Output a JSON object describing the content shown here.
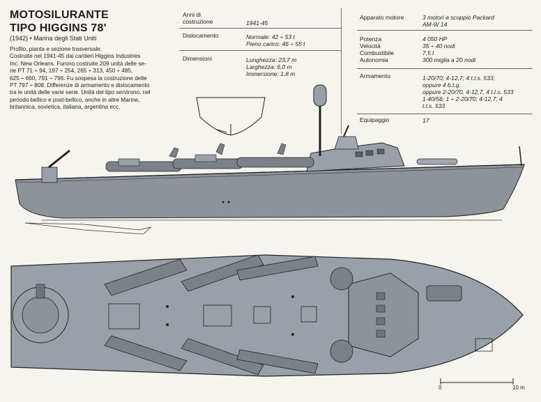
{
  "header": {
    "title_line1": "MOTOSILURANTE",
    "title_line2": "TIPO HIGGINS 78'",
    "subtitle": "(1942) • Marina degli Stati Uniti"
  },
  "description": {
    "lines": [
      "Profilo, pianta e sezione trasversale.",
      "Costruite nel 1941-45 dai cantieri Higgins Industries",
      "Inc. New Orleans. Furono costruite 209 unità delle se-",
      "rie PT 71 ÷ 94, 197 ÷ 254, 265 ÷ 313, 450 ÷ 485,",
      "625 ÷ 660, 791 ÷ 796. Fu sospesa la costruzione delle",
      "PT 797 ÷ 808. Differenze di armamento e dislocamento",
      "tra le unità delle varie serie. Unità del tipo servirono, nel",
      "periodo bellico e post-bellico, anche in altre Marine,",
      "britannica, sovietica, italiana, argentina ecc."
    ]
  },
  "specs_left": [
    {
      "label_lines": [
        "Anni di",
        "costruzione"
      ],
      "value_lines": [
        "1941-45"
      ]
    },
    {
      "label_lines": [
        "Dislocamento"
      ],
      "value_lines": [
        "Normale: 42 ÷ 53 t",
        "Pieno carico: 46 ÷ 55 t"
      ]
    },
    {
      "label_lines": [
        "Dimensioni"
      ],
      "value_lines": [
        "Lunghezza: 23,7 m",
        "Larghezza: 6,0 m",
        "Immersione: 1,8 m"
      ]
    }
  ],
  "specs_right": [
    {
      "label_lines": [
        "Apparato motore"
      ],
      "value_lines": [
        "3 motori a scoppio Packard",
        "AM-W 14"
      ]
    },
    {
      "label_lines": [
        "Potenza",
        "Velocità",
        "Combustibile",
        "Autonomia"
      ],
      "value_lines": [
        "4 050 HP",
        "35 ÷ 40 nodi",
        "7,5 t",
        "300 miglia a 20 nodi"
      ]
    },
    {
      "label_lines": [
        "Armamento"
      ],
      "value_lines": [
        "1-20/70; 4-12,7; 4 t.l.s. 533;",
        "oppure  4 b.t.g.",
        "oppure  2-20/70, 4-12,7, 4 t.l.s. 533",
        "1-40/56; 1 ÷ 2-20/70; 4-12,7; 4",
        "t.l.s. 533"
      ]
    },
    {
      "label_lines": [
        "Equipaggio"
      ],
      "value_lines": [
        "17"
      ]
    }
  ],
  "scale": {
    "start": "0",
    "end": "10 m"
  },
  "colors": {
    "hull_gray": "#8e939a",
    "deck_gray": "#9aa0a8",
    "line": "#2a2a2a",
    "background": "#f6f4ee"
  }
}
